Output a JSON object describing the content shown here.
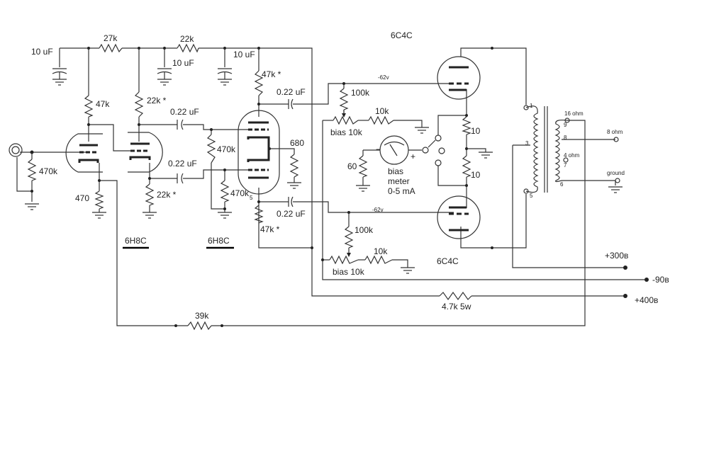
{
  "labels": {
    "c_in": "10 uF",
    "r_27k": "27k",
    "r_22k_top": "22k",
    "c_mid": "10 uF",
    "c_right": "10 uF",
    "r_47k_v1": "47k",
    "r_22k_v2": "22k *",
    "r_47k_v3_top": "47k *",
    "c_022_1": "0.22 uF",
    "c_022_2": "0.22 uF",
    "c_022_3": "0.22 uF",
    "c_022_4": "0.22 uF",
    "r_470k_in": "470k",
    "r_470_cath": "470",
    "r_22k_cath": "22k *",
    "r_470k_g1": "470k",
    "r_470k_g2": "470k",
    "pin5": "5",
    "r_680": "680",
    "r_47k_v3_bot": "47k *",
    "tube_6h8c_1": "6H8C",
    "tube_6h8c_2": "6H8C",
    "tube_6c4c_top": "6C4C",
    "tube_6c4c_bot": "6C4C",
    "bias_v_top": "-62v",
    "bias_v_bot": "-62v",
    "r_100k_top": "100k",
    "r_100k_bot": "100k",
    "r_10k_top": "10k",
    "r_10k_bot": "10k",
    "pot_top": "bias 10k",
    "pot_bot": "bias 10k",
    "r_60": "60",
    "meter_line1": "bias",
    "meter_line2": "meter",
    "meter_line3": "0-5 mA",
    "meter_minus": "−",
    "meter_plus": "+",
    "r_10_top": "10",
    "r_10_bot": "10",
    "pin1": "1",
    "pin3": "3",
    "pin5t": "5",
    "pin9": "9",
    "pin8": "8",
    "pin7": "7",
    "pin6": "6",
    "tap16": "16 ohm",
    "tap4": "4 ohm",
    "out8": "8 ohm",
    "out_gnd": "ground",
    "v300": "+300в",
    "v90": "-90в",
    "v400": "+400в",
    "r_47k_5w": "4.7k  5w",
    "r_39k": "39k"
  }
}
